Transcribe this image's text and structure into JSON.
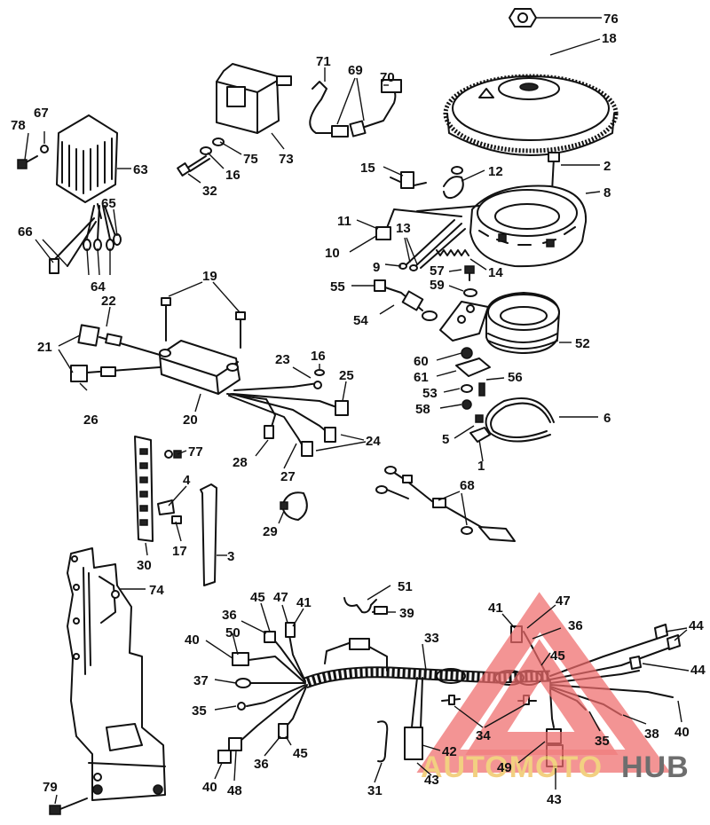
{
  "labels": [
    {
      "id": "l76",
      "text": "76"
    },
    {
      "id": "l18",
      "text": "18"
    },
    {
      "id": "l71",
      "text": "71"
    },
    {
      "id": "l69",
      "text": "69"
    },
    {
      "id": "l70",
      "text": "70"
    },
    {
      "id": "l67",
      "text": "67"
    },
    {
      "id": "l78",
      "text": "78"
    },
    {
      "id": "l63",
      "text": "63"
    },
    {
      "id": "l75",
      "text": "75"
    },
    {
      "id": "l16a",
      "text": "16"
    },
    {
      "id": "l73",
      "text": "73"
    },
    {
      "id": "l32",
      "text": "32"
    },
    {
      "id": "l15",
      "text": "15"
    },
    {
      "id": "l12",
      "text": "12"
    },
    {
      "id": "l2",
      "text": "2"
    },
    {
      "id": "l8",
      "text": "8"
    },
    {
      "id": "l66",
      "text": "66"
    },
    {
      "id": "l65",
      "text": "65"
    },
    {
      "id": "l64",
      "text": "64"
    },
    {
      "id": "l11",
      "text": "11"
    },
    {
      "id": "l13",
      "text": "13"
    },
    {
      "id": "l10",
      "text": "10"
    },
    {
      "id": "l9",
      "text": "9"
    },
    {
      "id": "l14",
      "text": "14"
    },
    {
      "id": "l57",
      "text": "57"
    },
    {
      "id": "l59",
      "text": "59"
    },
    {
      "id": "l19",
      "text": "19"
    },
    {
      "id": "l55",
      "text": "55"
    },
    {
      "id": "l22",
      "text": "22"
    },
    {
      "id": "l54",
      "text": "54"
    },
    {
      "id": "l52",
      "text": "52"
    },
    {
      "id": "l21",
      "text": "21"
    },
    {
      "id": "l23",
      "text": "23"
    },
    {
      "id": "l16b",
      "text": "16"
    },
    {
      "id": "l60",
      "text": "60"
    },
    {
      "id": "l25",
      "text": "25"
    },
    {
      "id": "l61",
      "text": "61"
    },
    {
      "id": "l56",
      "text": "56"
    },
    {
      "id": "l53",
      "text": "53"
    },
    {
      "id": "l58",
      "text": "58"
    },
    {
      "id": "l26",
      "text": "26"
    },
    {
      "id": "l20",
      "text": "20"
    },
    {
      "id": "l6",
      "text": "6"
    },
    {
      "id": "l24",
      "text": "24"
    },
    {
      "id": "l5",
      "text": "5"
    },
    {
      "id": "l28",
      "text": "28"
    },
    {
      "id": "l1",
      "text": "1"
    },
    {
      "id": "l77",
      "text": "77"
    },
    {
      "id": "l27",
      "text": "27"
    },
    {
      "id": "l4",
      "text": "4"
    },
    {
      "id": "l68",
      "text": "68"
    },
    {
      "id": "l29",
      "text": "29"
    },
    {
      "id": "l17",
      "text": "17"
    },
    {
      "id": "l3",
      "text": "3"
    },
    {
      "id": "l30",
      "text": "30"
    },
    {
      "id": "l74",
      "text": "74"
    },
    {
      "id": "l51",
      "text": "51"
    },
    {
      "id": "l45a",
      "text": "45"
    },
    {
      "id": "l47a",
      "text": "47"
    },
    {
      "id": "l41a",
      "text": "41"
    },
    {
      "id": "l36a",
      "text": "36"
    },
    {
      "id": "l39",
      "text": "39"
    },
    {
      "id": "l41b",
      "text": "41"
    },
    {
      "id": "l47b",
      "text": "47"
    },
    {
      "id": "l50",
      "text": "50"
    },
    {
      "id": "l40a",
      "text": "40"
    },
    {
      "id": "l33",
      "text": "33"
    },
    {
      "id": "l36b",
      "text": "36"
    },
    {
      "id": "l44a",
      "text": "44"
    },
    {
      "id": "l45b",
      "text": "45"
    },
    {
      "id": "l37",
      "text": "37"
    },
    {
      "id": "l44b",
      "text": "44"
    },
    {
      "id": "l35a",
      "text": "35"
    },
    {
      "id": "l40b",
      "text": "40"
    },
    {
      "id": "l34",
      "text": "34"
    },
    {
      "id": "l35b",
      "text": "35"
    },
    {
      "id": "l38",
      "text": "38"
    },
    {
      "id": "l45c",
      "text": "45"
    },
    {
      "id": "l42",
      "text": "42"
    },
    {
      "id": "l36c",
      "text": "36"
    },
    {
      "id": "l49",
      "text": "49"
    },
    {
      "id": "l40c",
      "text": "40"
    },
    {
      "id": "l48",
      "text": "48"
    },
    {
      "id": "l31",
      "text": "31"
    },
    {
      "id": "l43a",
      "text": "43"
    },
    {
      "id": "l43b",
      "text": "43"
    },
    {
      "id": "l79",
      "text": "79"
    }
  ],
  "watermark": {
    "brand_part1": "AUTOMOTO",
    "brand_part2": "HUB",
    "accent_color": "#ef6b6b",
    "gold_color": "#f0c86c",
    "dark_color": "#555555"
  }
}
